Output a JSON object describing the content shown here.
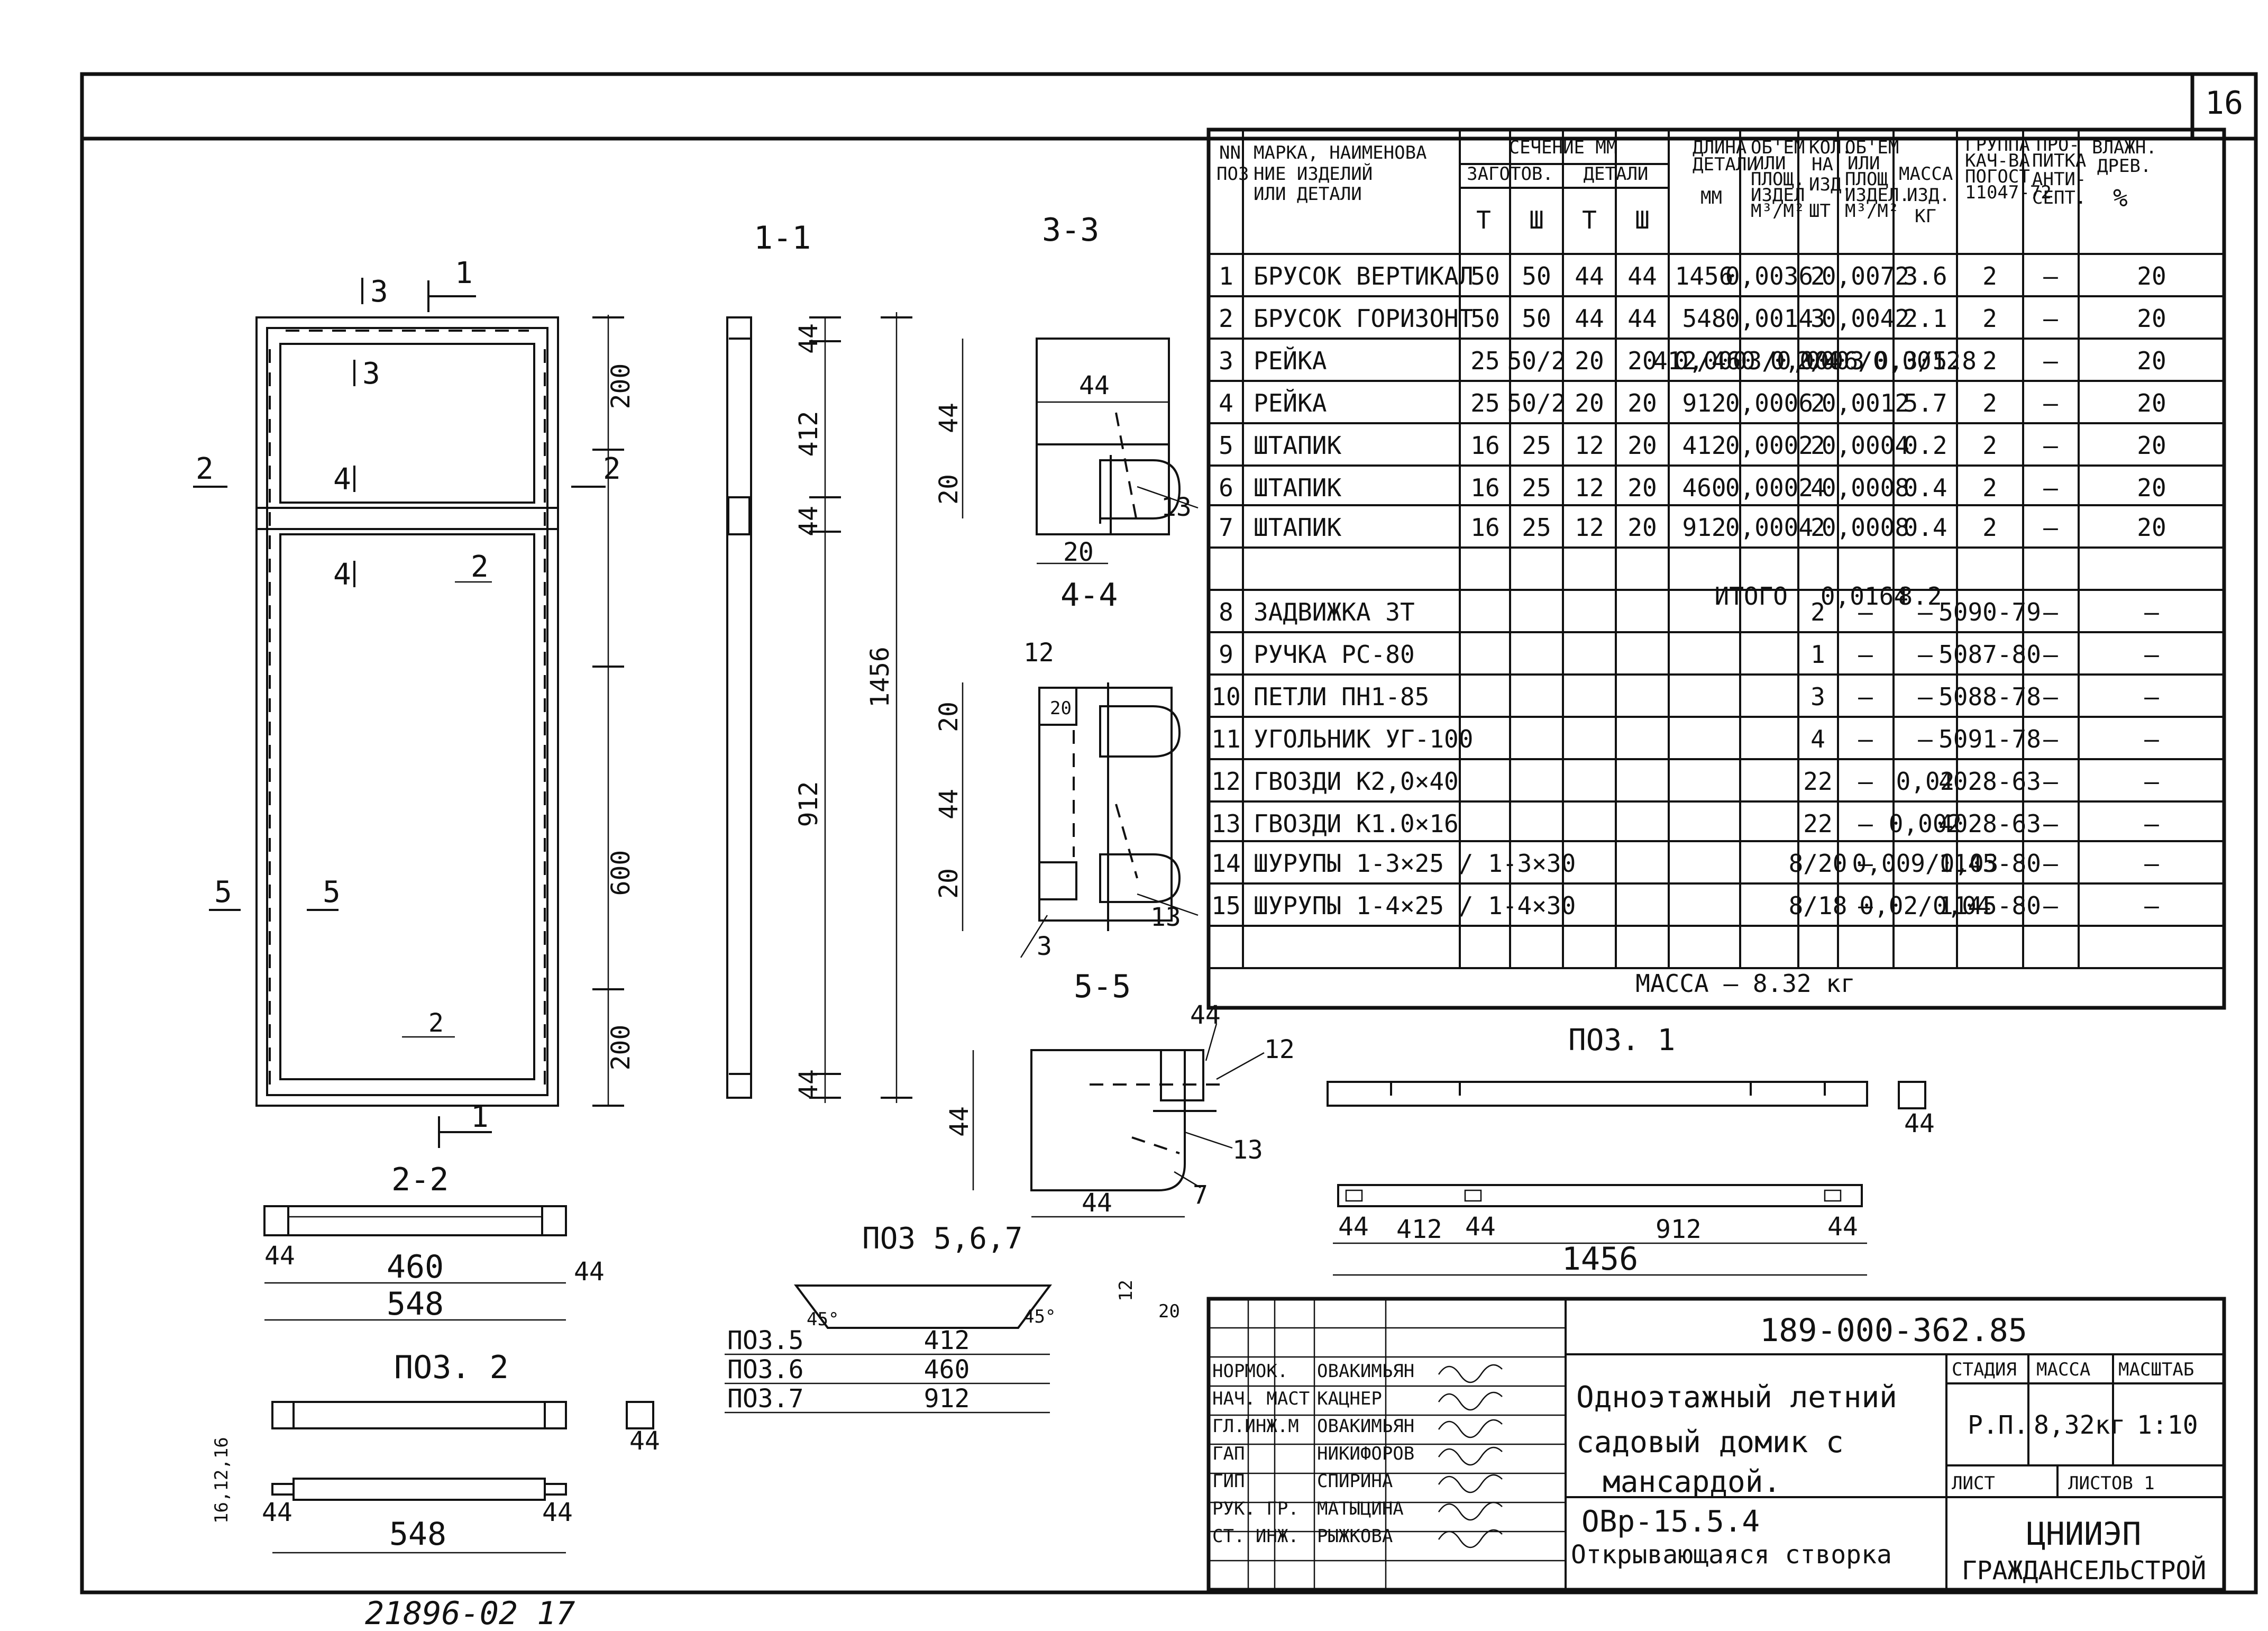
{
  "sheet": {
    "page_number": "16",
    "bottom_code": "21896-02  17"
  },
  "table": {
    "headers": {
      "num": "NN ПОЗ",
      "name": "МАРКА, НАИМЕНОВАНИЕ ИЗДЕЛИЙ ИЛИ ДЕТАЛИ",
      "section": "СЕЧЕНИЕ ММ",
      "blank": "ЗАГОТОВ.",
      "detail": "ДЕТАЛИ",
      "t": "Т",
      "sh": "Ш",
      "length": "ДЛИНА ДЕТАЛИ ММ",
      "vol_item": "ОБ'ЕМ ИЛИ ПЛОЩ. ИЗДЕЛ. М³/М²",
      "qty": "КОЛ. НА ИЗД. ШТ",
      "vol_total": "ОБ'ЕМ ИЛИ ПЛОЩ. ИЗДЕЛ. М³/М²",
      "mass": "МАССА ИЗД. КГ",
      "group": "ГРУППА КАЧ-ВА ПОГОСТ 11047-72",
      "treat": "ПРО-ПИТКА АНТИ-СЕПТ.",
      "humid": "ВЛАЖН. ДРЕВ. %"
    },
    "rows": [
      {
        "n": "1",
        "name": "БРУСОК ВЕРТИКАЛ",
        "t1": "50",
        "s1": "50",
        "t2": "44",
        "s2": "44",
        "len": "1456",
        "v1": "0,0036",
        "q": "2",
        "v2": "0,0072",
        "m": "3.6",
        "g": "2",
        "p": "—",
        "h": "20"
      },
      {
        "n": "2",
        "name": "БРУСОК ГОРИЗОНТ",
        "t1": "50",
        "s1": "50",
        "t2": "44",
        "s2": "44",
        "len": "548",
        "v1": "0,0014",
        "q": "3",
        "v2": "0,0042",
        "m": "2.1",
        "g": "2",
        "p": "—",
        "h": "20"
      },
      {
        "n": "3",
        "name": "РЕЙКА",
        "t1": "25",
        "s1": "50/2",
        "t2": "20",
        "s2": "20",
        "len": "412/460",
        "v1": "0,0003/0,0003",
        "q": "2/4",
        "v2": "0,0006/0,0012",
        "m": "0,3/5.8",
        "g": "2",
        "p": "—",
        "h": "20"
      },
      {
        "n": "4",
        "name": "РЕЙКА",
        "t1": "25",
        "s1": "50/2",
        "t2": "20",
        "s2": "20",
        "len": "912",
        "v1": "0,0006",
        "q": "2",
        "v2": "0,0012",
        "m": "5.7",
        "g": "2",
        "p": "—",
        "h": "20"
      },
      {
        "n": "5",
        "name": "ШТАПИК",
        "t1": "16",
        "s1": "25",
        "t2": "12",
        "s2": "20",
        "len": "412",
        "v1": "0,0002",
        "q": "2",
        "v2": "0,0004",
        "m": "0.2",
        "g": "2",
        "p": "—",
        "h": "20"
      },
      {
        "n": "6",
        "name": "ШТАПИК",
        "t1": "16",
        "s1": "25",
        "t2": "12",
        "s2": "20",
        "len": "460",
        "v1": "0,0002",
        "q": "4",
        "v2": "0,0008",
        "m": "0.4",
        "g": "2",
        "p": "—",
        "h": "20"
      },
      {
        "n": "7",
        "name": "ШТАПИК",
        "t1": "16",
        "s1": "25",
        "t2": "12",
        "s2": "20",
        "len": "912",
        "v1": "0,0004",
        "q": "2",
        "v2": "0,0008",
        "m": "0.4",
        "g": "2",
        "p": "—",
        "h": "20"
      }
    ],
    "total_label": "ИТОГО",
    "total_volume": "0,0164",
    "total_mass": "8.2",
    "hardware": [
      {
        "n": "8",
        "name": "ЗАДВИЖКА ЗТ",
        "q": "2",
        "v": "—",
        "m": "—",
        "g": "5090-79",
        "p": "—",
        "h": "—"
      },
      {
        "n": "9",
        "name": "РУЧКА РС-80",
        "q": "1",
        "v": "—",
        "m": "—",
        "g": "5087-80",
        "p": "—",
        "h": "—"
      },
      {
        "n": "10",
        "name": "ПЕТЛИ ПН1-85",
        "q": "3",
        "v": "—",
        "m": "—",
        "g": "5088-78",
        "p": "—",
        "h": "—"
      },
      {
        "n": "11",
        "name": "УГОЛЬНИК УГ-100",
        "q": "4",
        "v": "—",
        "m": "—",
        "g": "5091-78",
        "p": "—",
        "h": "—"
      },
      {
        "n": "12",
        "name": "ГВОЗДИ К2,0×40",
        "q": "22",
        "v": "—",
        "m": "0,02",
        "g": "4028-63",
        "p": "—",
        "h": "—"
      },
      {
        "n": "13",
        "name": "ГВОЗДИ К1.0×16",
        "q": "22",
        "v": "—",
        "m": "0,002",
        "g": "4028-63",
        "p": "—",
        "h": "—"
      },
      {
        "n": "14",
        "name": "ШУРУПЫ 1-3×25 / 1-3×30",
        "q": "8/20",
        "v": "—",
        "m": "0,009/0,03",
        "g": "1145-80",
        "p": "—",
        "h": "—"
      },
      {
        "n": "15",
        "name": "ШУРУПЫ 1-4×25 / 1-4×30",
        "q": "8/18",
        "v": "—",
        "m": "0,02/0,04",
        "g": "1145-80",
        "p": "—",
        "h": "—"
      }
    ],
    "mass_total": "МАССА — 8.32 кг"
  },
  "drawing": {
    "sec_1_1": "1-1",
    "sec_3_3": "3-3",
    "sec_4_4": "4-4",
    "sec_5_5": "5-5",
    "sec_2_2": "2-2",
    "pos1": "ПОЗ. 1",
    "pos2": "ПОЗ. 2",
    "pos567": "ПОЗ 5,6,7",
    "pos5": "ПОЗ.5",
    "pos6": "ПОЗ.6",
    "pos7": "ПОЗ.7",
    "cut_1": "1",
    "cut_2": "2",
    "cut_3": "3",
    "cut_4": "4",
    "cut_5": "5",
    "dims": {
      "d200a": "200",
      "d600": "600",
      "d200b": "200",
      "d44": "44",
      "d412": "412",
      "d912": "912",
      "d1456": "1456",
      "d20": "20",
      "d460": "460",
      "d548": "548",
      "d12": "12",
      "d13": "13",
      "d7": "7",
      "d3": "3",
      "d45": "45°",
      "d16": "16,12,16"
    }
  },
  "stamp": {
    "doc_code": "189-000-362.85",
    "title1": "Одноэтажный летний",
    "title2": "садовый домик с",
    "title3": "мансардой.",
    "sub_code": "ОВр-15.5.4",
    "sub_title": "Открывающаяся створка",
    "stage_h": "СТАДИЯ",
    "mass_h": "МАССА",
    "scale_h": "МАСШТАБ",
    "stage": "Р.П.",
    "mass": "8,32кг",
    "scale": "1:10",
    "sheet_h": "ЛИСТ",
    "sheets_h": "ЛИСТОВ 1",
    "org1": "ЦНИИЭП",
    "org2": "ГРАЖДАНСЕЛЬСТРОЙ",
    "staff": [
      {
        "role": "НОРМОК.",
        "name": "ОВАКИМЬЯН"
      },
      {
        "role": "НАЧ. МАСТ",
        "name": "КАЦНЕР"
      },
      {
        "role": "ГЛ.ИНЖ.М",
        "name": "ОВАКИМЬЯН"
      },
      {
        "role": "ГАП",
        "name": "НИКИФОРОВ"
      },
      {
        "role": "ГИП",
        "name": "СПИРИНА"
      },
      {
        "role": "РУК. ГР.",
        "name": "МАТЫЦИНА"
      },
      {
        "role": "СТ. ИНЖ.",
        "name": "РЫЖКОВА"
      }
    ]
  }
}
